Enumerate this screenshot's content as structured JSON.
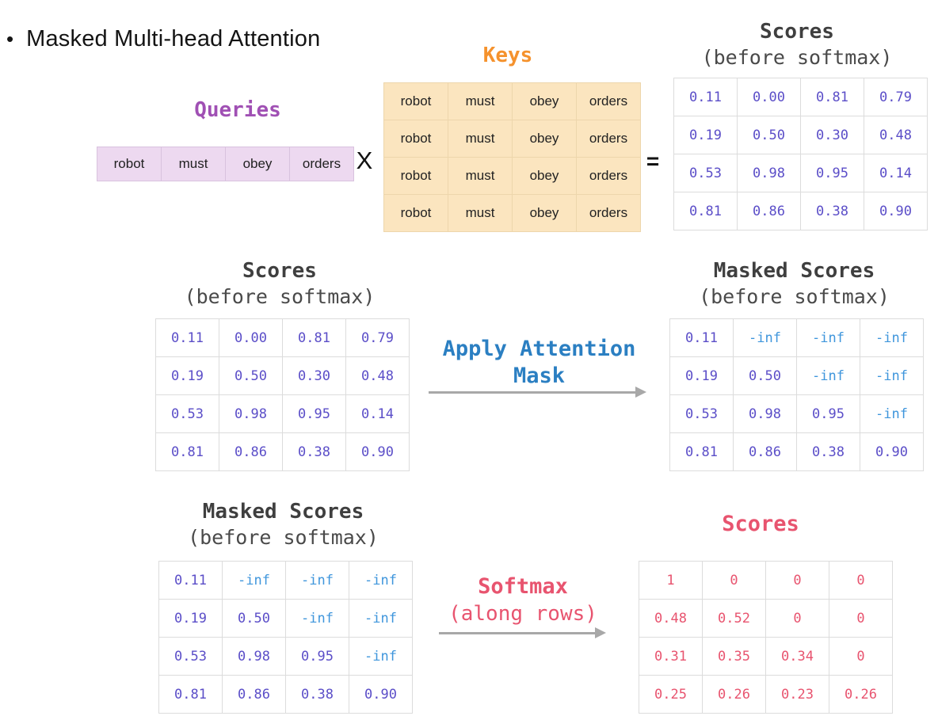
{
  "page": {
    "bullet": "•",
    "title": "Masked Multi-head Attention"
  },
  "colors": {
    "purple-label": "#A050B4",
    "orange-label": "#F5922D",
    "lavender-bg": "#EDD9F0",
    "lavender-border": "#D8C2DE",
    "peach-bg": "#FBE5BF",
    "peach-border": "#EDD6AC",
    "num-purple": "#5B4EC8",
    "inf-blue": "#3F96DC",
    "blue-label": "#2B7FC2",
    "pink": "#E8546F",
    "title-gray": "#3F3F3F",
    "subtitle-gray": "#4A4A4A",
    "arrow-gray": "#A8A8A8",
    "table-border": "#DCDCDC",
    "word-text": "#222222"
  },
  "operators": {
    "multiply": "X",
    "equals": "="
  },
  "queries": {
    "label": "Queries",
    "rows": [
      [
        "robot",
        "must",
        "obey",
        "orders"
      ]
    ]
  },
  "keys": {
    "label": "Keys",
    "rows": [
      [
        "robot",
        "must",
        "obey",
        "orders"
      ],
      [
        "robot",
        "must",
        "obey",
        "orders"
      ],
      [
        "robot",
        "must",
        "obey",
        "orders"
      ],
      [
        "robot",
        "must",
        "obey",
        "orders"
      ]
    ]
  },
  "scores_initial": {
    "title": "Scores",
    "subtitle": "(before softmax)",
    "rows": [
      [
        "0.11",
        "0.00",
        "0.81",
        "0.79"
      ],
      [
        "0.19",
        "0.50",
        "0.30",
        "0.48"
      ],
      [
        "0.53",
        "0.98",
        "0.95",
        "0.14"
      ],
      [
        "0.81",
        "0.86",
        "0.38",
        "0.90"
      ]
    ]
  },
  "masked_scores": {
    "title": "Masked Scores",
    "subtitle": "(before softmax)",
    "rows": [
      [
        "0.11",
        "-inf",
        "-inf",
        "-inf"
      ],
      [
        "0.19",
        "0.50",
        "-inf",
        "-inf"
      ],
      [
        "0.53",
        "0.98",
        "0.95",
        "-inf"
      ],
      [
        "0.81",
        "0.86",
        "0.38",
        "0.90"
      ]
    ]
  },
  "softmax_scores": {
    "title": "Scores",
    "rows": [
      [
        "1",
        "0",
        "0",
        "0"
      ],
      [
        "0.48",
        "0.52",
        "0",
        "0"
      ],
      [
        "0.31",
        "0.35",
        "0.34",
        "0"
      ],
      [
        "0.25",
        "0.26",
        "0.23",
        "0.26"
      ]
    ]
  },
  "transforms": {
    "mask": {
      "line1": "Apply Attention",
      "line2": "Mask"
    },
    "softmax": {
      "line1": "Softmax",
      "line2": "(along rows)"
    }
  }
}
